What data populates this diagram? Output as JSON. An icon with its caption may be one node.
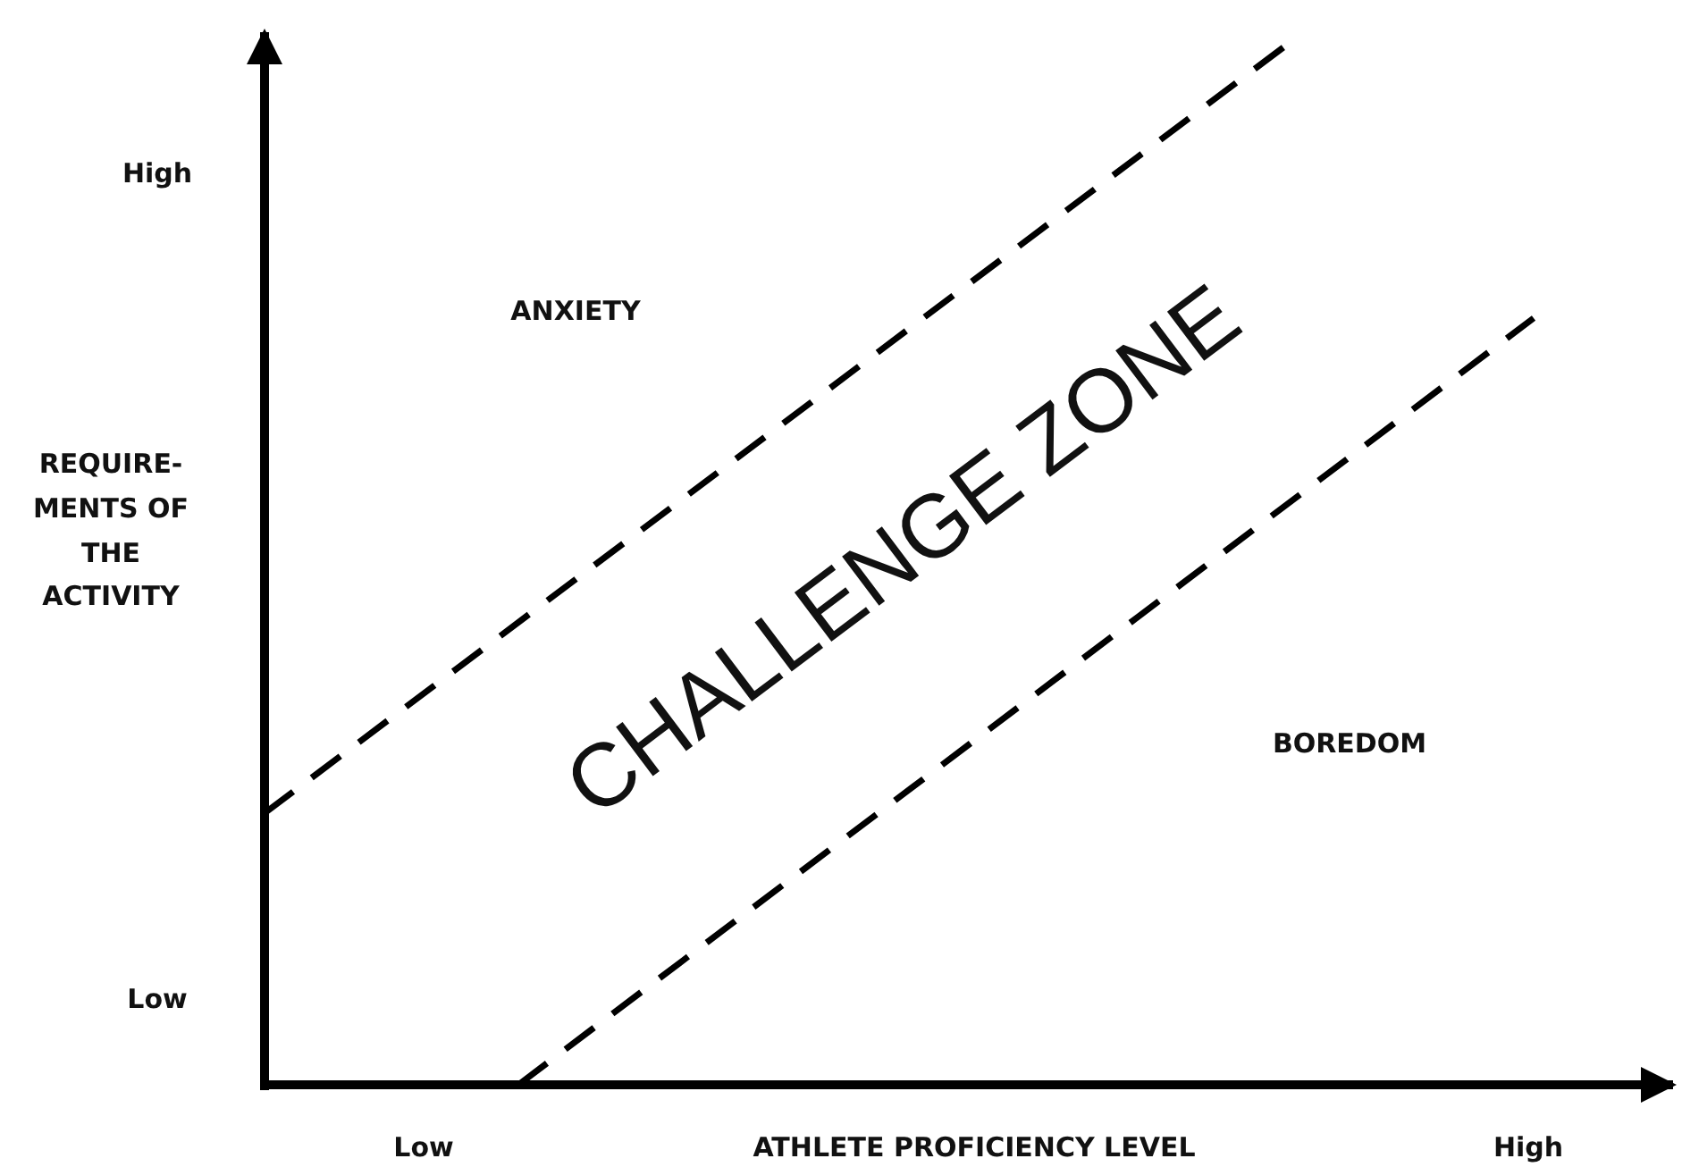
{
  "diagram": {
    "labels": [
      "High",
      "ANXIETY",
      "REQUIRE- MENTS OF THE ACTIVITY",
      "CHALLENGE ZONE",
      "BOREDOM",
      "Low",
      "Low",
      "ATHLETE PROFICIENCY LEVEL",
      "High"
    ]
  }
}
